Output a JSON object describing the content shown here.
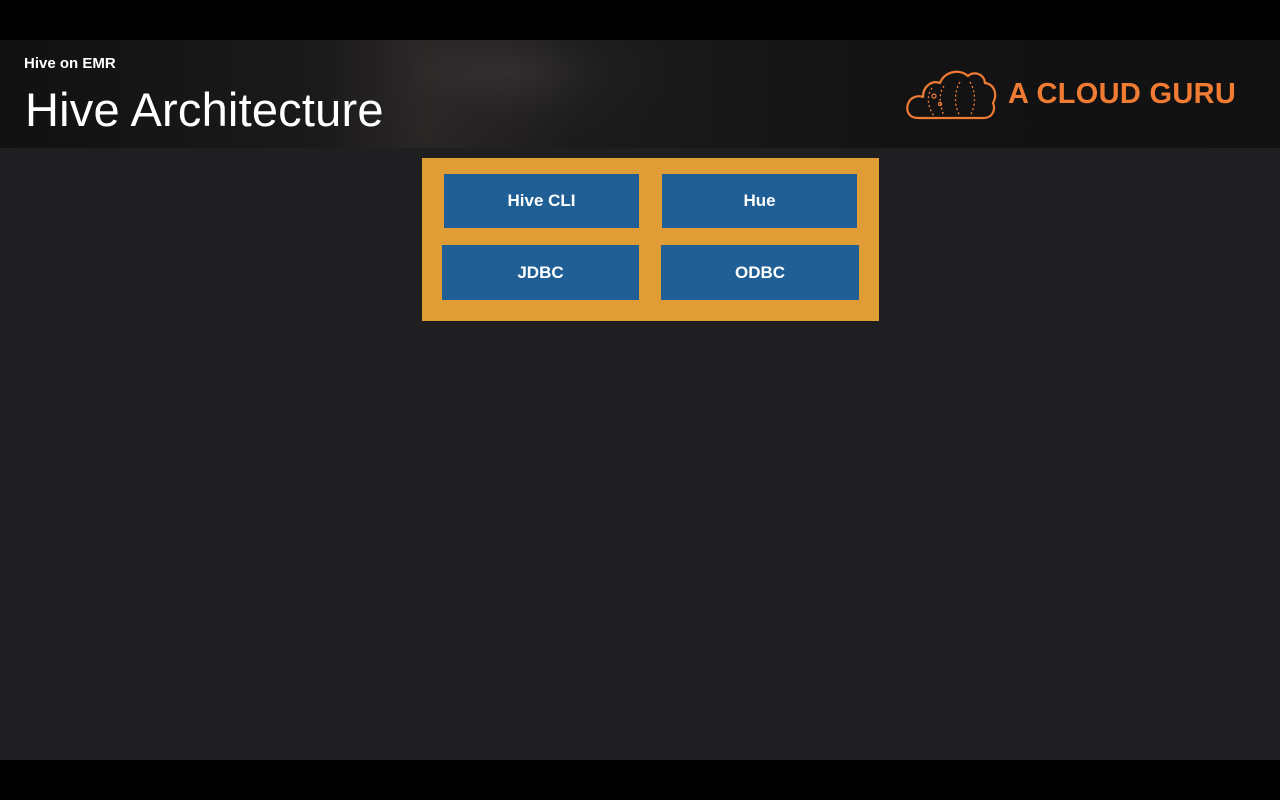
{
  "header": {
    "section_label": "Hive on EMR",
    "title": "Hive Architecture"
  },
  "logo": {
    "text": "A CLOUD GURU",
    "icon": "cloud-icon",
    "color": "#f07b33"
  },
  "diagram": {
    "container_color": "#e09c35",
    "box_color": "#1f5f96",
    "boxes": [
      {
        "label": "Hive CLI"
      },
      {
        "label": "Hue"
      },
      {
        "label": "JDBC"
      },
      {
        "label": "ODBC"
      }
    ]
  }
}
